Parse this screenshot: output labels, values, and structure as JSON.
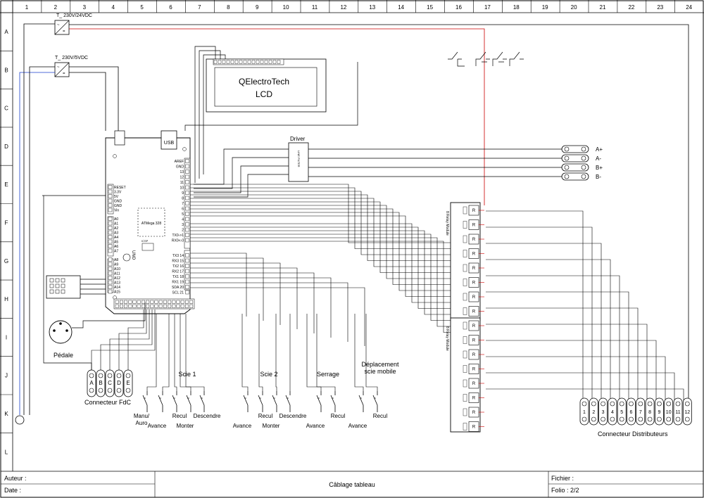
{
  "grid": {
    "columns": [
      "1",
      "2",
      "3",
      "4",
      "5",
      "6",
      "7",
      "8",
      "9",
      "10",
      "11",
      "12",
      "13",
      "14",
      "15",
      "16",
      "17",
      "18",
      "19",
      "20",
      "21",
      "22",
      "23",
      "24"
    ],
    "rows": [
      "A",
      "B",
      "C",
      "D",
      "E",
      "F",
      "G",
      "H",
      "I",
      "J",
      "K",
      "L"
    ]
  },
  "power": {
    "psu1": "T_ 230V/24VDC",
    "psu2": "T_ 230V/5VDC"
  },
  "lcd": {
    "line1": "QElectroTech",
    "line2": "LCD"
  },
  "driver": {
    "title": "Driver",
    "chip": "LINE FILTER",
    "outputs": [
      "A+",
      "A-",
      "B+",
      "B-"
    ]
  },
  "arduino": {
    "usb": "USB",
    "chip": "ATMega 328",
    "brand": "UNO",
    "left_pins": [
      "RESET",
      "3.3V",
      "5V",
      "GND",
      "GND",
      "Vin",
      "A0",
      "A1",
      "A2",
      "A3",
      "A4",
      "A5",
      "A6",
      "A7",
      "A8",
      "A9",
      "A10",
      "A11",
      "A12",
      "A13",
      "A14",
      "A15"
    ],
    "right_pins": [
      "AREF",
      "GND",
      "13",
      "12",
      "11",
      "10",
      "9",
      "8",
      "7",
      "6",
      "5",
      "4",
      "3",
      "2",
      "TX0->1",
      "RX0<-0",
      "TX3 14",
      "RX3 15",
      "TX2 16",
      "RX2 17",
      "TX1 18",
      "RX1 19",
      "SDA 20",
      "SCL 21"
    ],
    "aux": "ICSP"
  },
  "left_devices": {
    "pedal": "Pédale",
    "fdc_connector": "Connecteur FdC",
    "fdc_pins": [
      "A",
      "B",
      "C",
      "D",
      "E"
    ]
  },
  "switch_groups": [
    {
      "title": "",
      "labels": [
        "Manu/\nAuro"
      ]
    },
    {
      "title": "Scie 1",
      "labels": [
        "Avance",
        "Recul",
        "Monter",
        "Descendre"
      ]
    },
    {
      "title": "Scie 2",
      "labels": [
        "Avance",
        "Recul",
        "Monter",
        "Descendre"
      ]
    },
    {
      "title": "Serrage",
      "labels": [
        "Avance",
        "Recul"
      ]
    },
    {
      "title": "Déplacement\nscie mobile",
      "labels": [
        "Avance",
        "Recul"
      ]
    }
  ],
  "relays": {
    "module_label": "8 Relay Module",
    "channels": 16
  },
  "distrib": {
    "label": "Connecteur Distributeurs",
    "pins": [
      "1",
      "2",
      "3",
      "4",
      "5",
      "6",
      "7",
      "8",
      "9",
      "10",
      "11",
      "12"
    ]
  },
  "title_block": {
    "author": "Auteur :",
    "date": "Date :",
    "title": "Câblage tableau",
    "file": "Fichier :",
    "folio": "Folio : 2/2"
  },
  "colors": {
    "line": "#000000",
    "red_wire": "#cc0000",
    "blue_wire": "#1a3fcc"
  }
}
